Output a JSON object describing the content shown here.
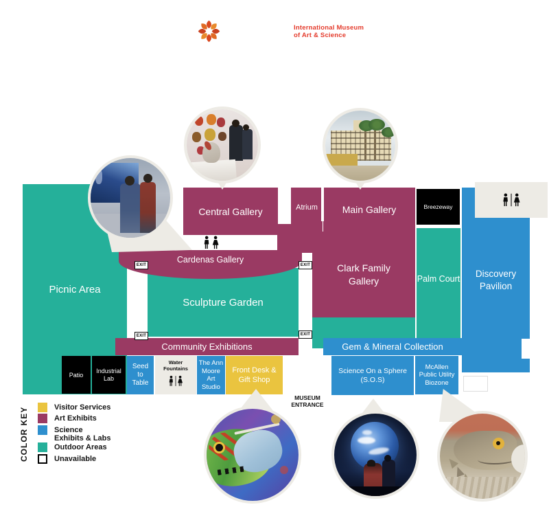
{
  "header": {
    "brand": "International Museum\nof Art & Science",
    "logo_icon": "imas-pinwheel-logo"
  },
  "colors": {
    "visitor_services": "#EAC43F",
    "art_exhibits": "#9A3A63",
    "science_exhibits": "#2E8FCE",
    "outdoor_areas": "#25B09A",
    "unavailable": "#FFFFFF",
    "room_black": "#000000",
    "cream": "#EDEBE5",
    "brand_red": "#E43A2B"
  },
  "map": {
    "rooms": {
      "picnic_area": "Picnic Area",
      "central_gallery": "Central Gallery",
      "atrium": "Atrium",
      "main_gallery": "Main Gallery",
      "breezeway": "Breezeway",
      "cardenas_gallery": "Cardenas Gallery",
      "sculpture_garden": "Sculpture Garden",
      "clark_family_gallery": "Clark Family\nGallery",
      "palm_court": "Palm Court",
      "discovery_pavilion": "Discovery\nPavilion",
      "community_exhibitions": "Community Exhibitions",
      "gem_mineral": "Gem & Mineral Collection",
      "patio": "Patio",
      "industrial_lab": "Industrial\nLab",
      "seed_to_table": "Seed\nto\nTable",
      "water_fountains": "Water\nFountains",
      "ann_moore_studio": "The Ann\nMoore\nArt Studio",
      "front_desk": "Front Desk &\nGift Shop",
      "science_on_sphere": "Science On a Sphere\n(S.O.S)",
      "mcallen_biozone": "McAllen\nPublic Utility\nBiozone"
    },
    "entrance_label": "MUSEUM\nENTRANCE",
    "exit_label": "EXIT"
  },
  "legend": {
    "title": "COLOR KEY",
    "items": [
      {
        "label": "Visitor Services",
        "key": "visitor_services"
      },
      {
        "label": "Art Exhibits",
        "key": "art_exhibits"
      },
      {
        "label": "Science\nExhibits & Labs",
        "key": "science_exhibits"
      },
      {
        "label": "Outdoor Areas",
        "key": "outdoor_areas"
      },
      {
        "label": "Unavailable",
        "key": "unavailable"
      }
    ]
  },
  "callout_photos": [
    "masks-exhibit-photo",
    "historic-building-photo",
    "visitors-viewing-screen-photo",
    "fish-sculpture-photo",
    "science-on-sphere-earth-photo",
    "bearded-dragon-photo"
  ]
}
